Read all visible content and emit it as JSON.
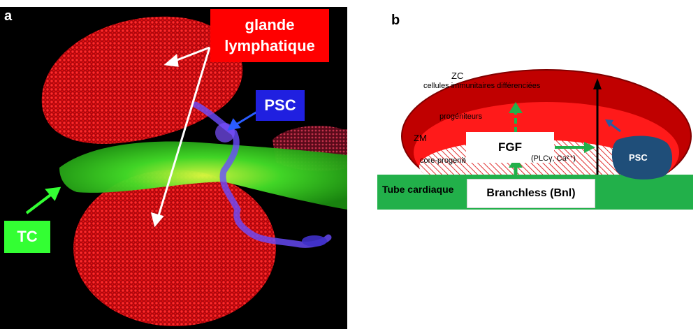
{
  "panel_a": {
    "letter": "a",
    "labels": {
      "glande": "glande",
      "lymphatique": "lymphatique",
      "psc": "PSC",
      "tc": "TC"
    }
  },
  "panel_b": {
    "letter": "b",
    "zones": {
      "zc": "ZC",
      "zc_text": "cellules immunitaires différenciées",
      "progeniteurs": "progéniteurs",
      "zm": "ZM",
      "core": "core-progeniteurs"
    },
    "fgf": "FGF",
    "plc": "(PLCγ, Ca²⁺)",
    "psc": "PSC",
    "tube": "Tube cardiaque",
    "bnl": "Branchless (Bnl)"
  },
  "colors": {
    "gland_red": "#c0141a",
    "tube_green": "#22c55e",
    "psc_blue": "#1f4e79",
    "label_red": "#ff0000",
    "label_blue": "#2020e0",
    "label_green": "#33ff33"
  }
}
